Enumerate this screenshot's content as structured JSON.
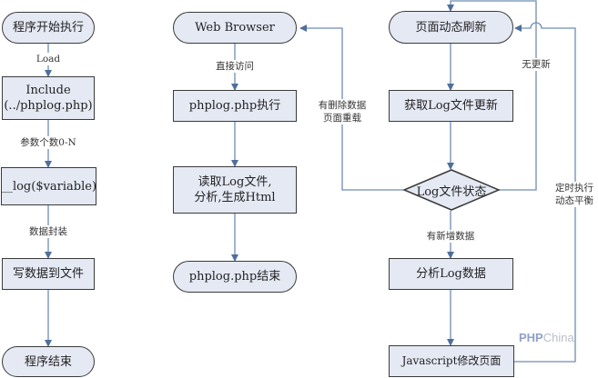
{
  "colors": {
    "node_fill": "#e4e9f4",
    "node_border": "#3a3a3a",
    "connector": "#5b7fae",
    "watermark": "#c8ccd4"
  },
  "column1": {
    "start": "程序开始执行",
    "edge_load": "Load",
    "include": "Include (../phplog.php)",
    "include_line1": "Include",
    "include_line2": "(../phplog.php)",
    "edge_params": "参数个数0-N",
    "log_call": "__log($variable)",
    "edge_pack": "数据封装",
    "write": "写数据到文件",
    "end": "程序结束"
  },
  "column2": {
    "browser": "Web Browser",
    "edge_direct": "直接访问",
    "exec": "phplog.php执行",
    "read_line1": "读取Log文件,",
    "read_line2": "分析,生成Html",
    "end": "phplog.php结束",
    "edge_reload_line1": "有删除数据",
    "edge_reload_line2": "页面重载"
  },
  "column3": {
    "refresh": "页面动态刷新",
    "fetch": "获取Log文件更新",
    "decision": "Log文件状态",
    "edge_no_update": "无更新",
    "edge_new_data": "有新增数据",
    "analyze": "分析Log数据",
    "js_modify": "Javascript修改页面",
    "edge_timer_line1": "定时执行",
    "edge_timer_line2": "动态平衡"
  },
  "watermark": {
    "brand_bold": "PHP",
    "brand_light": "China"
  }
}
